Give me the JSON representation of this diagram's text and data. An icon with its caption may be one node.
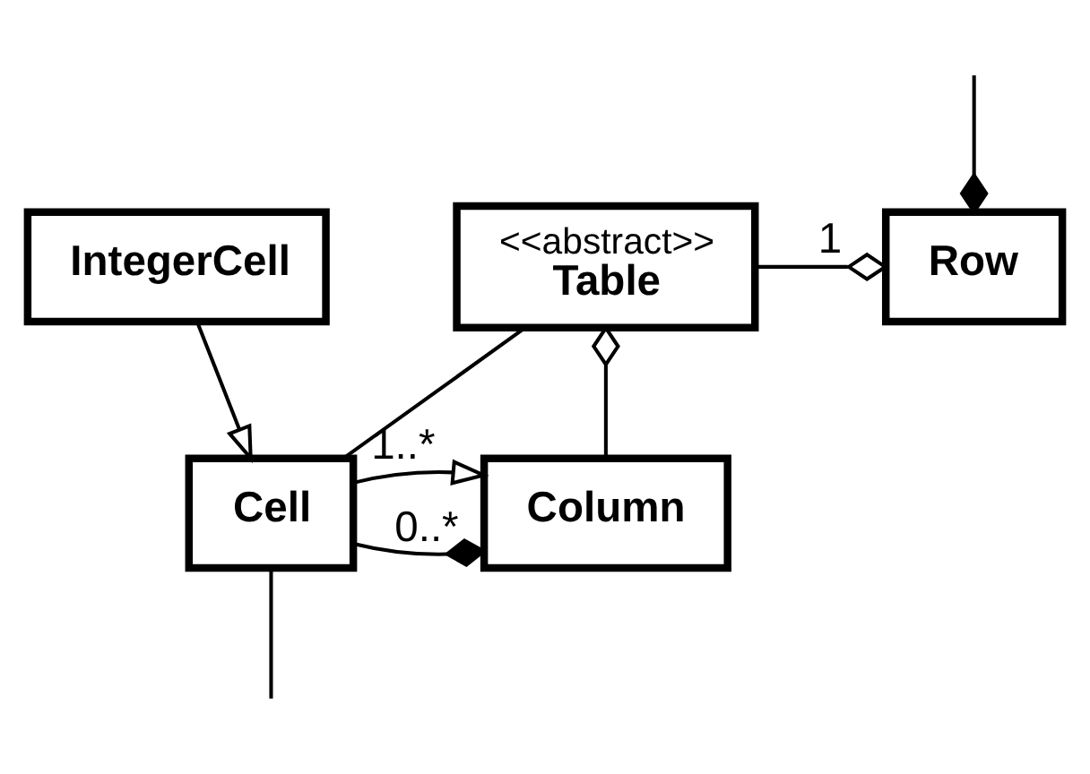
{
  "diagram": {
    "nodes": [
      {
        "text": [
          "<<abstract>>",
          "Table"
        ]
      },
      {
        "text": [
          "Row"
        ]
      },
      {
        "text": [
          "Column"
        ]
      },
      {
        "text": [
          "Cell"
        ]
      },
      {
        "text": [
          "IntegerCell"
        ]
      }
    ],
    "edges": [
      {
        "from": 0,
        "to": 1,
        "arrow": "other",
        "label": "1"
      },
      {
        "from": null,
        "to": 1,
        "arrow": "other"
      },
      {
        "from": 2,
        "to": 0,
        "arrow": "other"
      },
      {
        "from": 3,
        "to": 2,
        "arrow": "other",
        "label": "0..*"
      },
      {
        "from": 3,
        "to": 2,
        "arrow": "to"
      },
      {
        "from": 0,
        "to": 3,
        "arrow": "none",
        "label": "1..*"
      },
      {
        "from": 3,
        "to": null,
        "arrow": "none"
      },
      {
        "from": 4,
        "to": 3,
        "arrow": "to"
      }
    ]
  }
}
